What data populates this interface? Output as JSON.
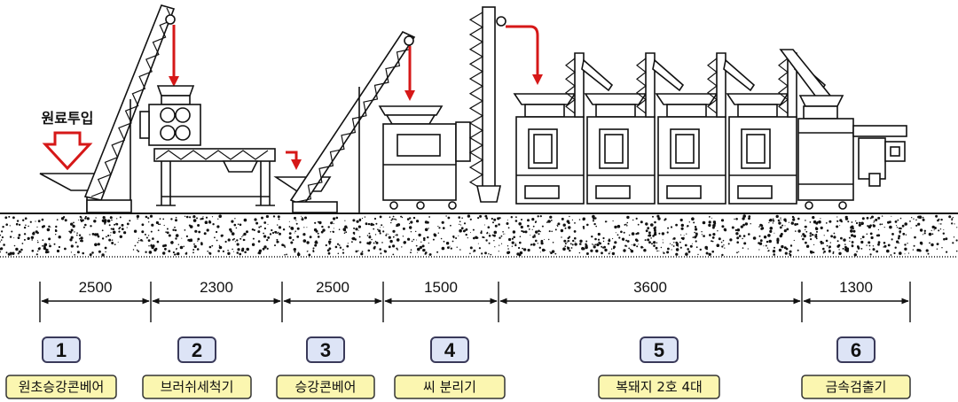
{
  "feed_label": "원료투입",
  "dimensions": [
    "2500",
    "2300",
    "2500",
    "1500",
    "3600",
    "1300"
  ],
  "stations": [
    {
      "number": "1",
      "name": "원초승강콘베어"
    },
    {
      "number": "2",
      "name": "브러쉬세척기"
    },
    {
      "number": "3",
      "name": "승강콘베어"
    },
    {
      "number": "4",
      "name": "씨 분리기"
    },
    {
      "number": "5",
      "name": "복돼지 2호 4대"
    },
    {
      "number": "6",
      "name": "금속검출기"
    }
  ],
  "colors": {
    "flow_arrow": "#d61818",
    "number_box_fill": "#dde4f6",
    "number_box_stroke": "#3a3a5a",
    "label_box_fill": "#fbf6b0",
    "label_box_stroke": "#333333",
    "ground": "#111111"
  }
}
